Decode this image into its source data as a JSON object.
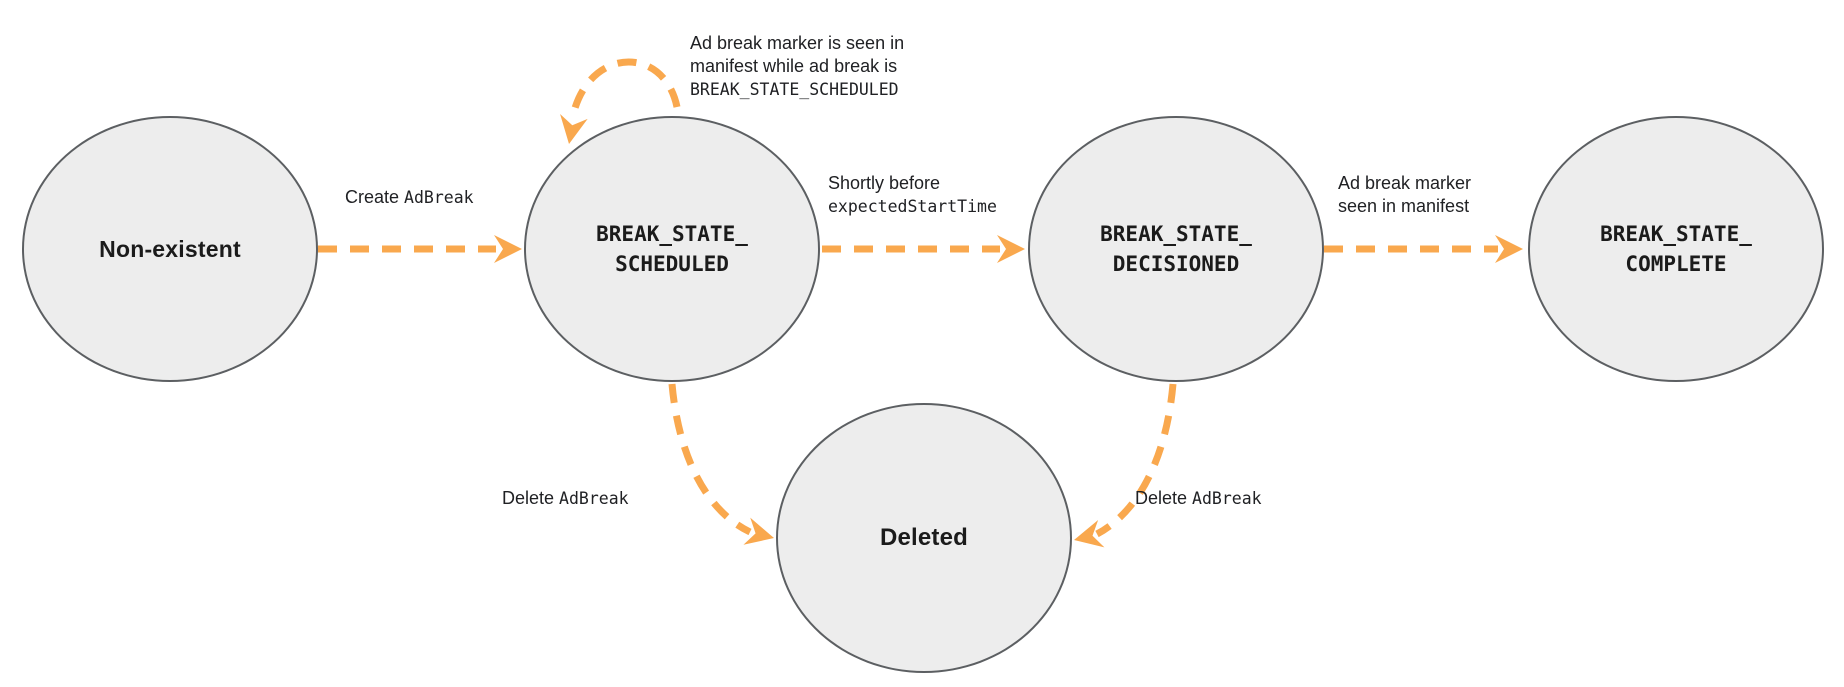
{
  "colors": {
    "accent": "#F9A84E",
    "circle_fill": "#EDEDED",
    "circle_border": "#5C5F62",
    "label_text": "#202124",
    "state_text": "#1B1B1B"
  },
  "states": {
    "non_existent": {
      "label": "Non-existent"
    },
    "scheduled": {
      "line1": "BREAK_STATE_",
      "line2": "SCHEDULED"
    },
    "decisioned": {
      "line1": "BREAK_STATE_",
      "line2": "DECISIONED"
    },
    "complete": {
      "line1": "BREAK_STATE_",
      "line2": "COMPLETE"
    },
    "deleted": {
      "label": "Deleted"
    }
  },
  "transitions": {
    "create": {
      "text": "Create ",
      "code": "AdBreak"
    },
    "self_loop": {
      "line1": "Ad break marker is seen in",
      "line2": "manifest while ad break is",
      "code_line": "BREAK_STATE_SCHEDULED"
    },
    "decision": {
      "line1": "Shortly before",
      "code_line": "expectedStartTime"
    },
    "to_complete": {
      "line1": "Ad break marker",
      "line2": "seen in manifest"
    },
    "delete_from_scheduled": {
      "text": "Delete ",
      "code": "AdBreak"
    },
    "delete_from_decisioned": {
      "text": "Delete ",
      "code": "AdBreak"
    }
  }
}
